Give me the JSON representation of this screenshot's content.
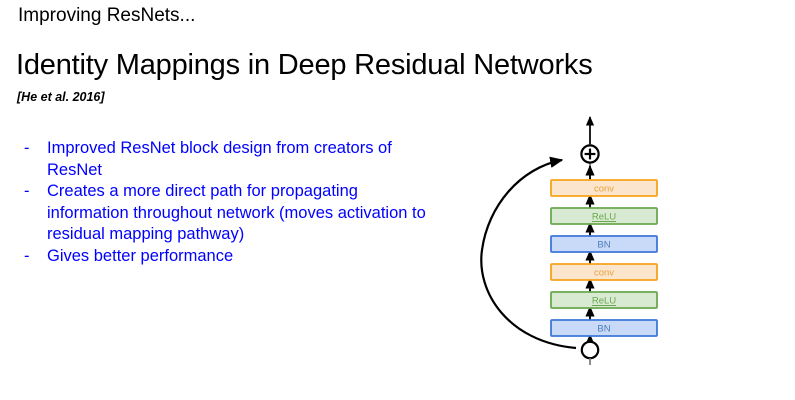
{
  "slide": {
    "kicker": "Improving ResNets...",
    "title": "Identity Mappings in Deep Residual Networks",
    "citation": "[He et al. 2016]",
    "bullet_marker": "-",
    "bullets": [
      "Improved ResNet block design from creators of ResNet",
      "Creates a more direct path for propagating information throughout network (moves activation to residual mapping pathway)",
      "Gives better performance"
    ],
    "text_color": "#0000ff",
    "title_color": "#000000"
  },
  "diagram": {
    "name": "pre-activation-residual-block",
    "add_node_symbol": "+",
    "blocks": [
      {
        "label": "conv",
        "kind": "conv",
        "fill": "#fce5cd",
        "stroke": "#f6a31a",
        "text": "#e8a33d",
        "underline": false
      },
      {
        "label": "ReLU",
        "kind": "relu",
        "fill": "#d9ead3",
        "stroke": "#6aa84f",
        "text": "#6aa84f",
        "underline": true
      },
      {
        "label": "BN",
        "kind": "bn",
        "fill": "#c9daf8",
        "stroke": "#3c78d8",
        "text": "#4a7ebb",
        "underline": false
      },
      {
        "label": "conv",
        "kind": "conv",
        "fill": "#fce5cd",
        "stroke": "#f6a31a",
        "text": "#e8a33d",
        "underline": false
      },
      {
        "label": "ReLU",
        "kind": "relu",
        "fill": "#d9ead3",
        "stroke": "#6aa84f",
        "text": "#6aa84f",
        "underline": true
      },
      {
        "label": "BN",
        "kind": "bn",
        "fill": "#c9daf8",
        "stroke": "#3c78d8",
        "text": "#4a7ebb",
        "underline": false
      }
    ],
    "skip_connection": "identity-shortcut-arc",
    "arrow_color": "#000000",
    "trunk_color": "#6f6f6f"
  }
}
